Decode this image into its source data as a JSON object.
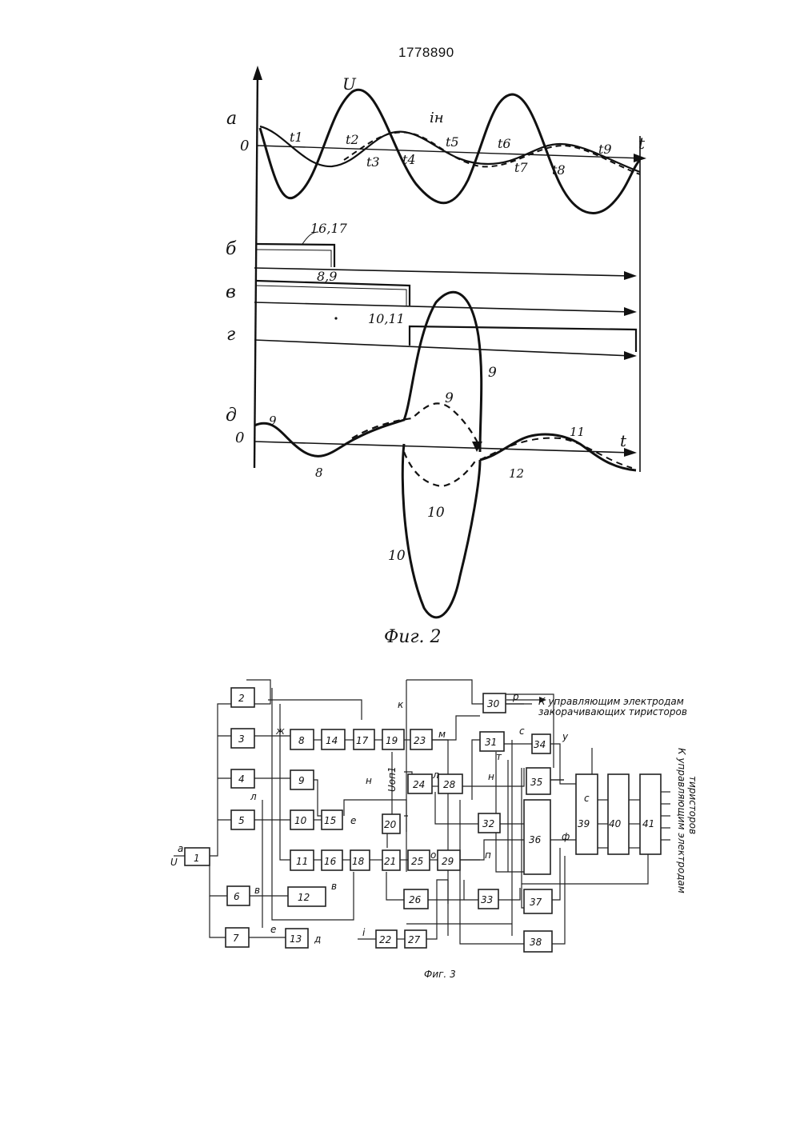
{
  "header": {
    "doc_number": "1778890"
  },
  "fig2": {
    "caption": "Фиг. 2",
    "rows": {
      "a": "а",
      "b": "б",
      "v": "в",
      "g": "г",
      "d": "д"
    },
    "zero_labels": [
      "0",
      "0"
    ],
    "axis_t": "t",
    "curve_u": "U",
    "curve_i": "iн",
    "times": [
      "t1",
      "t2",
      "t3",
      "t4",
      "t5",
      "t6",
      "t7",
      "t8",
      "t9"
    ],
    "pulse_labels": {
      "p1617": "16,17",
      "p89": "8,9",
      "p1011": "10,11"
    },
    "curve_numbers": {
      "n9a": "9",
      "n8": "8",
      "n9b": "9",
      "n9c": "9",
      "n10a": "10",
      "n10b": "10",
      "n11": "11",
      "n12": "12"
    }
  },
  "fig3": {
    "caption": "Фиг. 3",
    "blocks": [
      "1",
      "2",
      "3",
      "4",
      "5",
      "6",
      "7",
      "8",
      "9",
      "10",
      "11",
      "12",
      "13",
      "14",
      "15",
      "16",
      "17",
      "18",
      "19",
      "20",
      "21",
      "22",
      "23",
      "24",
      "25",
      "26",
      "27",
      "28",
      "29",
      "30",
      "31",
      "32",
      "33",
      "34",
      "35",
      "36",
      "37",
      "38",
      "39",
      "40",
      "41"
    ],
    "input_u": "U",
    "input_a": "а",
    "input_i": "i",
    "output_top_line1": "К управляющим электродам",
    "output_top_line2": "закорачивающих тиристоров",
    "output_right_line1": "К управляющим электродам",
    "output_right_line2": "тиристоров",
    "signal_labels": {
      "p": "р",
      "zh": "ж",
      "k": "к",
      "m": "м",
      "s": "с",
      "u": "у",
      "t": "т",
      "n": "н",
      "l": "л",
      "e": "е",
      "o": "о",
      "pp": "п",
      "f": "ф",
      "v": "в",
      "e2": "е",
      "v2": "в",
      "g": "д",
      "c": "с",
      "uon": "Uоп1"
    }
  }
}
